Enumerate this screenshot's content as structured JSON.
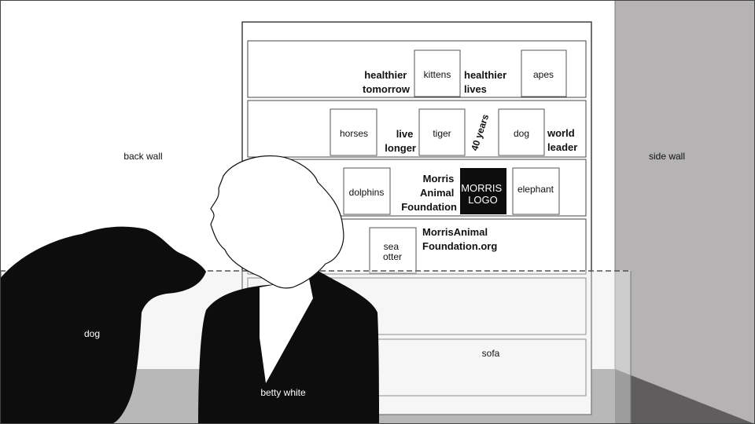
{
  "colors": {
    "wall": "#ffffff",
    "side_wall": "#b5b3b4",
    "floor": "#918f90",
    "floor_dark": "#5f5d5e",
    "silhouette": "#0d0d0d",
    "logo_box": "#0d0d0d",
    "outline": "#333333",
    "sofa_overlay": "rgba(235,235,235,0.45)"
  },
  "labels": {
    "back_wall": "back wall",
    "side_wall": "side wall",
    "dog": "dog",
    "betty_white": "betty white",
    "sofa": "sofa"
  },
  "shelf": {
    "row1": {
      "text_a": [
        "healthier",
        "tomorrow"
      ],
      "box_kittens": "kittens",
      "text_b": [
        "healthier",
        "lives"
      ],
      "box_apes": "apes"
    },
    "row2": {
      "box_horses": "horses",
      "text_a": [
        "live",
        "longer"
      ],
      "box_tiger": "tiger",
      "rotated": "40 years",
      "box_dog": "dog",
      "text_b": [
        "world",
        "leader"
      ]
    },
    "row3": {
      "box_dolphins": "dolphins",
      "text_a": [
        "Morris",
        "Animal",
        "Foundation"
      ],
      "logo": [
        "MORRIS",
        "LOGO"
      ],
      "box_elephant": "elephant"
    },
    "row4": {
      "box_sea_otter": [
        "sea",
        "otter"
      ],
      "text_url": [
        "MorrisAnimal",
        "Foundation.org"
      ]
    }
  }
}
